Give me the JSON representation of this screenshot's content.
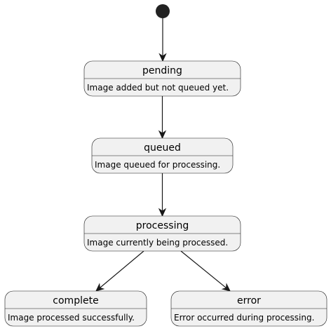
{
  "diagram": {
    "type": "state-diagram",
    "colors": {
      "state_fill": "#f1f1f1",
      "line": "#181818",
      "start_node": "#222222",
      "background": "#ffffff"
    },
    "states": [
      {
        "id": "pending",
        "title": "pending",
        "description": "Image added but not queued yet."
      },
      {
        "id": "queued",
        "title": "queued",
        "description": "Image queued for processing."
      },
      {
        "id": "processing",
        "title": "processing",
        "description": "Image currently being processed."
      },
      {
        "id": "complete",
        "title": "complete",
        "description": "Image processed successfully."
      },
      {
        "id": "error",
        "title": "error",
        "description": "Error occurred during processing."
      }
    ],
    "transitions": [
      {
        "from": "start",
        "to": "pending"
      },
      {
        "from": "pending",
        "to": "queued"
      },
      {
        "from": "queued",
        "to": "processing"
      },
      {
        "from": "processing",
        "to": "complete"
      },
      {
        "from": "processing",
        "to": "error"
      }
    ]
  }
}
